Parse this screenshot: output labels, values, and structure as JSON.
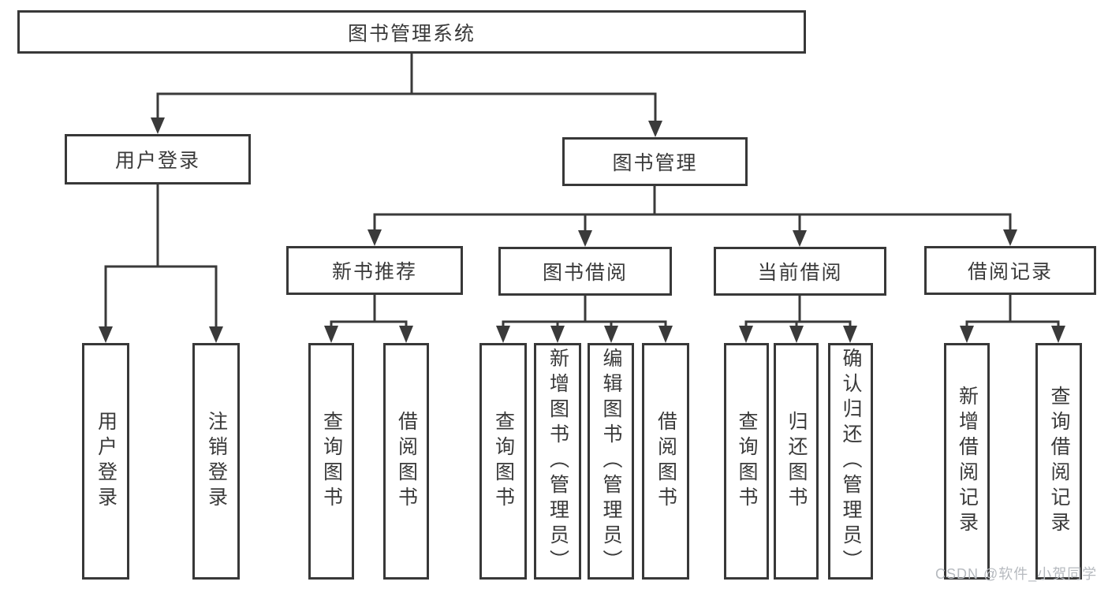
{
  "tree": {
    "label": "图书管理系统",
    "children": [
      {
        "label": "用户登录",
        "children": [
          {
            "label": "用户登录"
          },
          {
            "label": "注销登录"
          }
        ]
      },
      {
        "label": "图书管理",
        "children": [
          {
            "label": "新书推荐",
            "children": [
              {
                "label": "查询图书"
              },
              {
                "label": "借阅图书"
              }
            ]
          },
          {
            "label": "图书借阅",
            "children": [
              {
                "label": "查询图书"
              },
              {
                "label": "新增图书（管理员）"
              },
              {
                "label": "编辑图书（管理员）"
              },
              {
                "label": "借阅图书"
              }
            ]
          },
          {
            "label": "当前借阅",
            "children": [
              {
                "label": "查询图书"
              },
              {
                "label": "归还图书"
              },
              {
                "label": "确认归还（管理员）"
              }
            ]
          },
          {
            "label": "借阅记录",
            "children": [
              {
                "label": "新增借阅记录"
              },
              {
                "label": "查询借阅记录"
              }
            ]
          }
        ]
      }
    ]
  },
  "watermark": {
    "text": "CSDN @软件_小贺同学"
  },
  "colors": {
    "line": "#3a3a3a",
    "box_border": "#383838",
    "box_background": "#ffffff",
    "text": "#3a3a3a",
    "watermark": "#b6babf"
  }
}
